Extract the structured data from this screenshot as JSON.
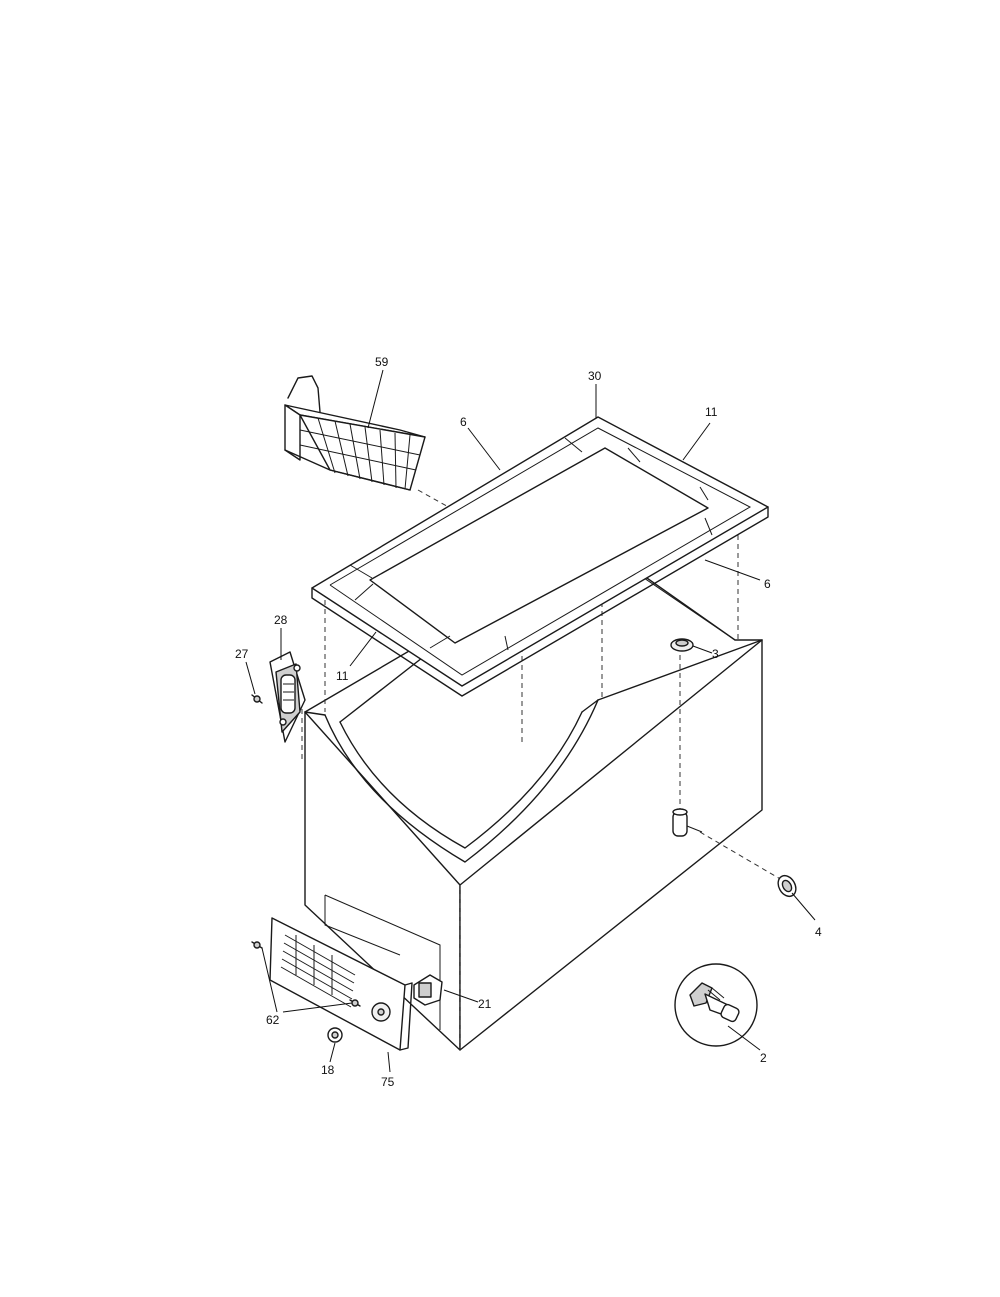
{
  "parts": [
    {
      "id": "p59",
      "label": "59"
    },
    {
      "id": "p30",
      "label": "30"
    },
    {
      "id": "p6a",
      "label": "6"
    },
    {
      "id": "p11a",
      "label": "11"
    },
    {
      "id": "p6b",
      "label": "6"
    },
    {
      "id": "p28",
      "label": "28"
    },
    {
      "id": "p27",
      "label": "27"
    },
    {
      "id": "p11b",
      "label": "11"
    },
    {
      "id": "p3",
      "label": "3"
    },
    {
      "id": "p4",
      "label": "4"
    },
    {
      "id": "p21",
      "label": "21"
    },
    {
      "id": "p62",
      "label": "62"
    },
    {
      "id": "p2",
      "label": "2"
    },
    {
      "id": "p18",
      "label": "18"
    },
    {
      "id": "p75",
      "label": "75"
    }
  ]
}
